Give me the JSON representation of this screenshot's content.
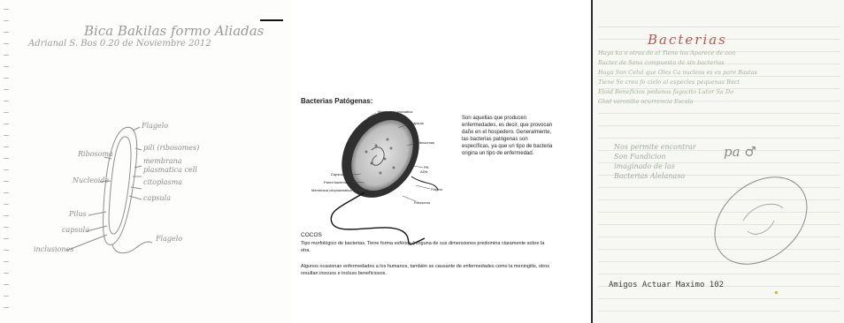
{
  "left_page": {
    "title": "Bica  Bakilas  formo  Aliadas",
    "subtitle": "Adrianal S. Bos  0.20 de  Noviembre 2012",
    "labels": {
      "flagelo": "Flagelo",
      "pili": "pili (ribosomes)",
      "membrana": "membrana",
      "plasmatica": "plasmatica cell",
      "citoplasma": "citoplasma",
      "capsula": "capsula",
      "ribosoma": "Ribosoma",
      "nucleoide": "Nucleoide",
      "pilus": "Pilus",
      "capsula_left": "capsula",
      "inclusiones": "inclusiones",
      "flagelo_bottom": "Flagelo"
    }
  },
  "middle_page": {
    "heading": "Bacterias Patógenas:",
    "paragraph": "Son aquellas que producen enfermedades, es decir, que provocan daño en el hospedero. Generalmente, las bacterias patógenas son específicas, ya que un tipo de bacteria origina un tipo de enfermedad.",
    "diagram_labels": [
      "Membrana plasmática",
      "Cápsula",
      "Ribosomas",
      "Pili",
      "ADN",
      "Cápsula",
      "Pared bacteriana",
      "Membrana citoplasmática",
      "Flagelo",
      "Ribosoma"
    ],
    "cocos_heading": "COCOS",
    "cocos_text_1": "Tipo morfológico de bacterias. Tiene forma esférica (ninguna de sus dimensiones predomina claramente sobre la otra.",
    "cocos_text_2": "Algunos ocasionan enfermedades a los humanos, también se causante de enfermedades como la meningitis, otros resultan inocuos e incluso beneficiosos."
  },
  "right_page": {
    "title": "Bacterias",
    "lines": [
      "Huyo  ka  o otras  de  el  Tiene  los  Aparece  de  con",
      "Bacter  de  Sana  compuesta  de  sin  bacterias",
      "Haga  Son   Celul   que  Oles  Ca nucleos  es es pare  Bastas",
      "Tiene  Se  crea  fo  cielo  al  especies  pequenas  Bact",
      "Eloid  Beneficios  pedanos  fagocito  Lutor  Sa  Do",
      "Glad  varonilio  ocurrencia  Escala"
    ],
    "middle_lines": [
      "Nos  permite  encontrar",
      "Son  Fundicion",
      "imaginado  de  las",
      "Bacterias  Alelanaso"
    ],
    "symbols": "pa  ♂",
    "signature": "Amigos  Actuar  Maximo  102"
  }
}
